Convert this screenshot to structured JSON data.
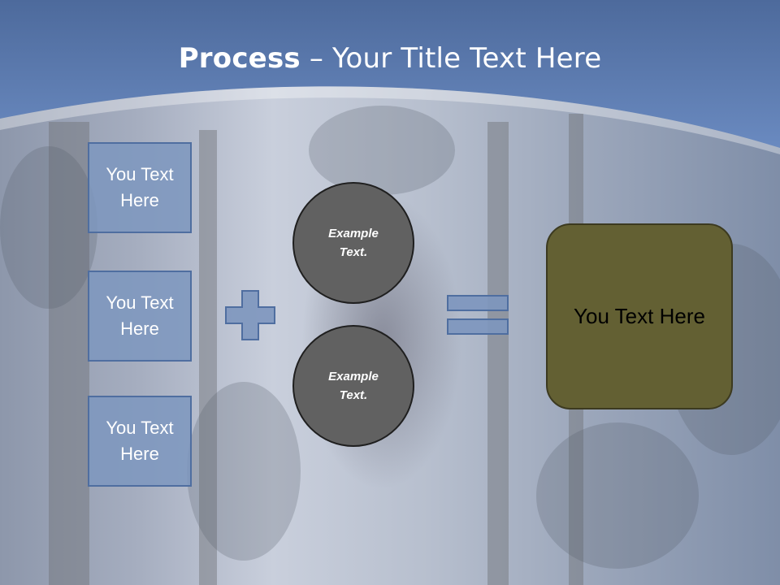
{
  "title": {
    "bold": "Process",
    "rest": " – Your Title Text Here"
  },
  "left_boxes": [
    {
      "label": "You Text Here"
    },
    {
      "label": "You Text Here"
    },
    {
      "label": "You Text Here"
    }
  ],
  "circles": [
    {
      "label": "Example Text."
    },
    {
      "label": "Example Text."
    }
  ],
  "result": {
    "label": "You Text Here"
  },
  "colors": {
    "header_blue": "#5e7fb4",
    "box_fill": "#7d96be",
    "box_border": "#4f6ea0",
    "circle_fill": "#616161",
    "result_fill": "#636033"
  },
  "icons": [
    "plus-icon",
    "equals-icon"
  ]
}
